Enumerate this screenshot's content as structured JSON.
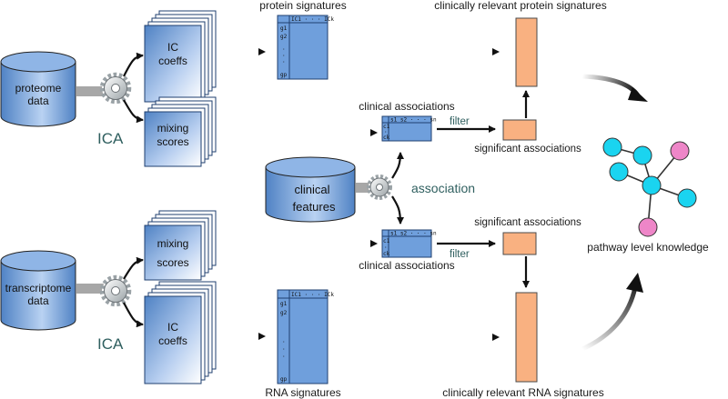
{
  "sources": {
    "proteome": [
      "proteome",
      "data"
    ],
    "transcriptome": [
      "transcriptome",
      "data"
    ],
    "clinical": [
      "clinical",
      "features"
    ]
  },
  "methods": {
    "ica_top": "ICA",
    "ica_bottom": "ICA",
    "association": "association",
    "filter_top": "filter",
    "filter_bottom": "filter"
  },
  "stacks": {
    "ic_top": [
      "IC",
      "coeffs"
    ],
    "mixing_top": [
      "mixing",
      "scores"
    ],
    "mixing_bottom": [
      "mixing",
      "scores"
    ],
    "ic_bottom": [
      "IC",
      "coeffs"
    ]
  },
  "labels": {
    "protein_signatures": "protein signatures",
    "relevant_protein": "clinically relevant protein signatures",
    "clinical_assoc_top": "clinical associations",
    "significant_top": "significant associations",
    "significant_bottom": "significant associations",
    "clinical_assoc_bottom": "clinical associations",
    "pathway": "pathway level knowledge",
    "rna_signatures": "RNA signatures",
    "relevant_rna": "clinically relevant RNA signatures"
  },
  "tables": {
    "protein": {
      "header": "IC1 · · · ICk",
      "rows": [
        "g1",
        "g2",
        "·",
        "·",
        "·",
        "gp"
      ]
    },
    "rna": {
      "header": "IC1 · · · ICk",
      "rows": [
        "g1",
        "g2",
        "·",
        "·",
        "·",
        "gp"
      ]
    },
    "assoc_top": {
      "header": "s1 s2 · · · sn",
      "rows": [
        "c1",
        "·",
        "ck"
      ]
    },
    "assoc_bottom": {
      "header": "s1 s2 · · · sn",
      "rows": [
        "c1",
        "·",
        "ck"
      ]
    }
  },
  "colors": {
    "table_blue": "#6f9fdc",
    "orange": "#f9b181",
    "node_cyan": "#1ad4f0",
    "node_pink": "#ee86c8",
    "label_teal": "#2f5f5f"
  }
}
